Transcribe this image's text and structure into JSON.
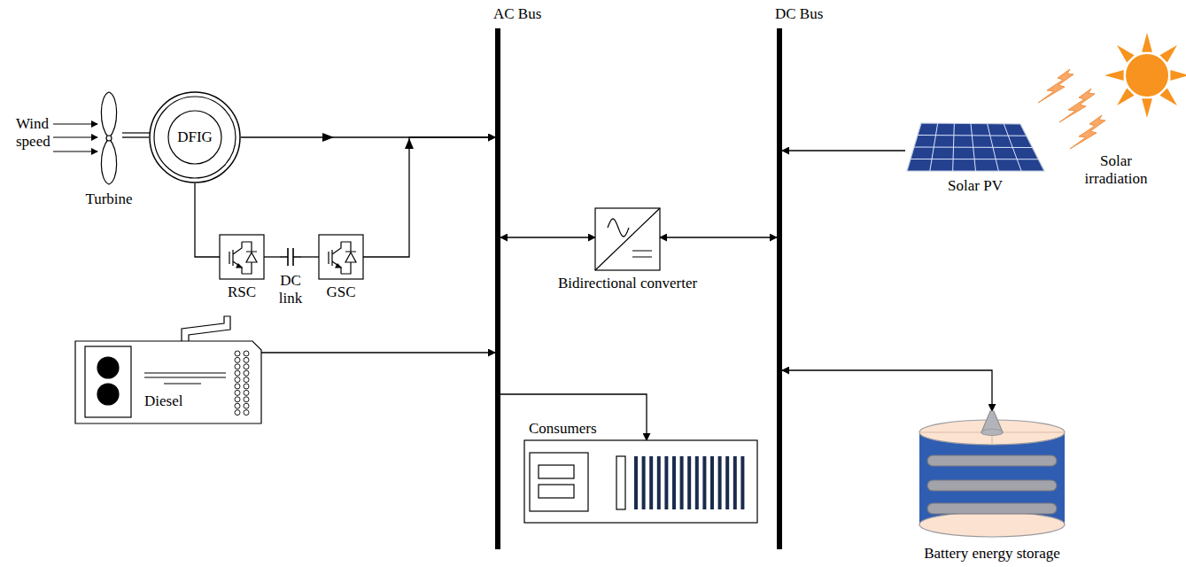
{
  "diagram": {
    "nodes": [
      {
        "text": [
          "AC Bus"
        ]
      },
      {
        "text": [
          "DC Bus"
        ]
      },
      {
        "text": [
          "Turbine"
        ]
      },
      {
        "text": [
          "DFIG"
        ]
      },
      {
        "text": [
          "RSC"
        ]
      },
      {
        "text": [
          "DC link"
        ]
      },
      {
        "text": [
          "GSC"
        ]
      },
      {
        "text": [
          "Bidirectional converter"
        ]
      },
      {
        "text": [
          "Diesel"
        ]
      },
      {
        "text": [
          "Consumers"
        ]
      },
      {
        "text": [
          "Solar PV"
        ]
      },
      {
        "text": [
          "Battery energy storage"
        ]
      }
    ],
    "edges": [
      {
        "from": 2,
        "to": 3,
        "arrow": "none"
      },
      {
        "from": 3,
        "to": 0,
        "arrow": "to"
      },
      {
        "from": 3,
        "to": 4,
        "arrow": "none"
      },
      {
        "from": 4,
        "to": 5,
        "arrow": "none"
      },
      {
        "from": 5,
        "to": 6,
        "arrow": "none"
      },
      {
        "from": 6,
        "to": 0,
        "arrow": "to"
      },
      {
        "from": 8,
        "to": 0,
        "arrow": "to"
      },
      {
        "from": 0,
        "to": 7,
        "arrow": "both"
      },
      {
        "from": 7,
        "to": 1,
        "arrow": "both"
      },
      {
        "from": 0,
        "to": 9,
        "arrow": "to"
      },
      {
        "from": 10,
        "to": 1,
        "arrow": "to"
      },
      {
        "from": 1,
        "to": 11,
        "arrow": "both"
      }
    ],
    "labels": [
      "Wind speed",
      "Solar irradiation"
    ]
  }
}
